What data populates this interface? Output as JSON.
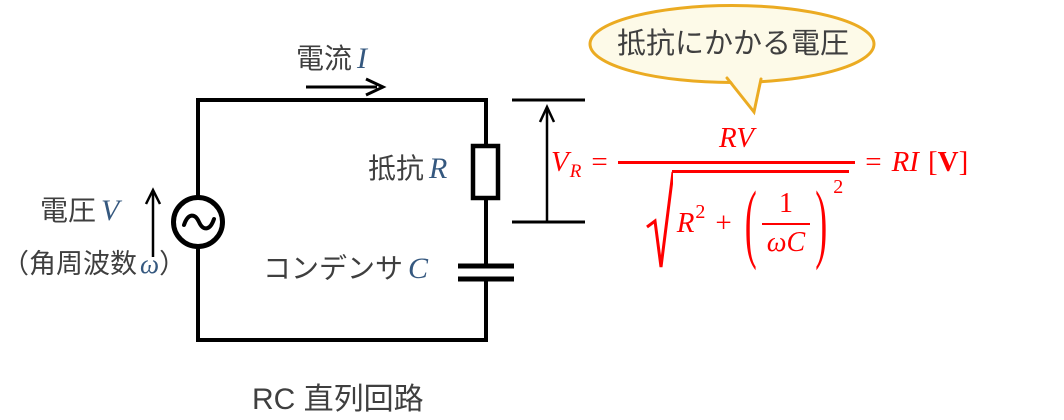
{
  "colors": {
    "formula_red": "#ff0000",
    "variable_blue": "#35587f",
    "text_gray": "#3f3f3f",
    "wire_black": "#000000",
    "bubble_border": "#ebab22",
    "bubble_fill": "#fdfae8"
  },
  "labels": {
    "current": {
      "jp": "電流",
      "var": "I"
    },
    "voltage": {
      "jp": "電圧",
      "var": "V"
    },
    "angular_frequency": {
      "open": "（角周波数",
      "var": "ω",
      "close": "）"
    },
    "resistor": {
      "jp": "抵抗",
      "var": "R"
    },
    "capacitor": {
      "jp": "コンデンサ",
      "var": "C"
    }
  },
  "bubble": {
    "text": "抵抗にかかる電圧"
  },
  "formula": {
    "lhs_var": "V",
    "lhs_sub": "R",
    "eq1": "=",
    "numerator": "RV",
    "sqrt": {
      "term1_base": "R",
      "term1_exp": "2",
      "plus": "+",
      "paren_open": "(",
      "inner_num": "1",
      "inner_den": "ωC",
      "paren_close": ")",
      "outer_exp": "2"
    },
    "eq2": "=",
    "rhs": "RI",
    "unit_open": "[",
    "unit_letter": "V",
    "unit_close": "]"
  },
  "caption": {
    "text": "RC 直列回路"
  }
}
